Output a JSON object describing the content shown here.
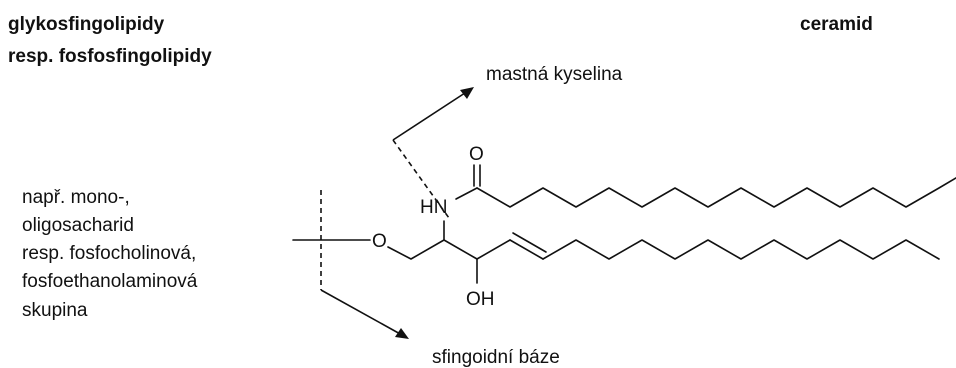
{
  "headers": {
    "left_line1": "glykosfingolipidy",
    "left_line2": "resp. fosfosfingolipidy",
    "right": "ceramid"
  },
  "labels": {
    "fatty_acid": "mastná kyselina",
    "sphingoid_base": "sfingoidní báze",
    "headgroup": [
      "např. mono-,",
      "oligosacharid",
      "resp. fosfocholinová,",
      "fosfoethanolaminová",
      "skupina"
    ]
  },
  "atoms": {
    "oxygen_carbonyl": "O",
    "nitrogen": "HN",
    "oxygen_ether": "O",
    "hydroxyl": "OH"
  }
}
